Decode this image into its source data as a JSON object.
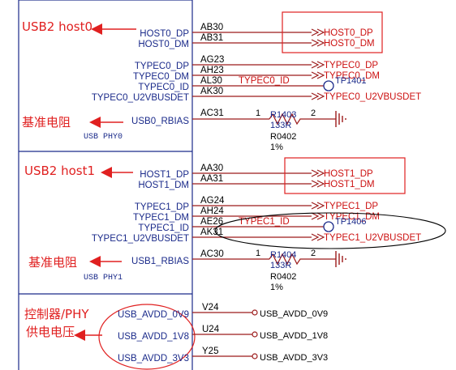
{
  "annotations": {
    "usb2_host0": "USB2 host0",
    "usb2_host1": "USB2 host1",
    "ref_res_0": "基准电阻",
    "ref_res_1": "基准电阻",
    "power_line1": "控制器/PHY",
    "power_line2": "供电电压"
  },
  "phy0": {
    "label": "USB PHY0",
    "pins": {
      "host0_dp": "HOST0_DP",
      "host0_dm": "HOST0_DM",
      "typec0_dp": "TYPEC0_DP",
      "typec0_dm": "TYPEC0_DM",
      "typec0_id": "TYPEC0_ID",
      "typec0_vbus": "TYPEC0_U2VBUSDET",
      "rbias": "USB0_RBIAS"
    },
    "balls": {
      "ab30": "AB30",
      "ab31": "AB31",
      "ag23": "AG23",
      "ah23": "AH23",
      "al30": "AL30",
      "ak30": "AK30",
      "ac31": "AC31"
    },
    "nets": {
      "host0_dp": "HOST0_DP",
      "host0_dm": "HOST0_DM",
      "typec0_dp": "TYPEC0_DP",
      "typec0_dm": "TYPEC0_DM",
      "typec0_id": "TYPEC0_ID",
      "typec0_vbus": "TYPEC0_U2VBUSDET"
    },
    "testpoint": "TP1401",
    "resistor": {
      "ref": "R1403",
      "value": "133R",
      "package": "R0402",
      "tolerance": "1%",
      "pin1": "1",
      "pin2": "2"
    }
  },
  "phy1": {
    "label": "USB PHY1",
    "pins": {
      "host1_dp": "HOST1_DP",
      "host1_dm": "HOST1_DM",
      "typec1_dp": "TYPEC1_DP",
      "typec1_dm": "TYPEC1_DM",
      "typec1_id": "TYPEC1_ID",
      "typec1_vbus": "TYPEC1_U2VBUSDET",
      "rbias": "USB1_RBIAS"
    },
    "balls": {
      "aa30": "AA30",
      "aa31": "AA31",
      "ag24": "AG24",
      "ah24": "AH24",
      "ae26": "AE26",
      "ak31": "AK31",
      "ac30": "AC30"
    },
    "nets": {
      "host1_dp": "HOST1_DP",
      "host1_dm": "HOST1_DM",
      "typec1_dp": "TYPEC1_DP",
      "typec1_dm": "TYPEC1_DM",
      "typec1_id": "TYPEC1_ID",
      "typec1_vbus": "TYPEC1_U2VBUSDET"
    },
    "testpoint": "TP1406",
    "resistor": {
      "ref": "R1404",
      "value": "133R",
      "package": "R0402",
      "tolerance": "1%",
      "pin1": "1",
      "pin2": "2"
    }
  },
  "power": {
    "pins": {
      "avdd_0v9": "USB_AVDD_0V9",
      "avdd_1v8": "USB_AVDD_1V8",
      "avdd_3v3": "USB_AVDD_3V3"
    },
    "balls": {
      "v24": "V24",
      "u24": "U24",
      "y25": "Y25"
    },
    "nets": {
      "avdd_0v9": "USB_AVDD_0V9",
      "avdd_1v8": "USB_AVDD_1V8",
      "avdd_3v3": "USB_AVDD_3V3"
    }
  }
}
